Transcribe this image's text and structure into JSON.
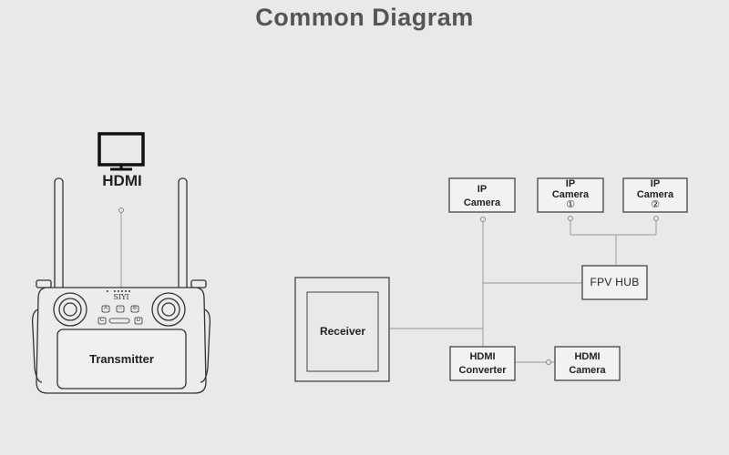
{
  "title": "Common Diagram",
  "transmitter": {
    "label": "Transmitter",
    "brand": "SIYI",
    "buttons": {
      "a": "A",
      "b": "B",
      "c": "C",
      "d": "D",
      "center": "⌂"
    }
  },
  "monitor": {
    "label": "HDMI",
    "icon": "monitor-icon"
  },
  "receiver": {
    "label": "Receiver"
  },
  "ip_camera": {
    "line1": "IP",
    "line2": "Camera"
  },
  "ip_camera_1": {
    "line1": "IP",
    "line2": "Camera",
    "line3": "①"
  },
  "ip_camera_2": {
    "line1": "IP",
    "line2": "Camera",
    "line3": "②"
  },
  "fpv_hub": {
    "label": "FPV HUB"
  },
  "hdmi_converter": {
    "line1": "HDMI",
    "line2": "Converter"
  },
  "hdmi_camera": {
    "line1": "HDMI",
    "line2": "Camera"
  },
  "colors": {
    "background": "#e9e9e9",
    "line": "#9a9a9a",
    "stroke": "#333333"
  }
}
